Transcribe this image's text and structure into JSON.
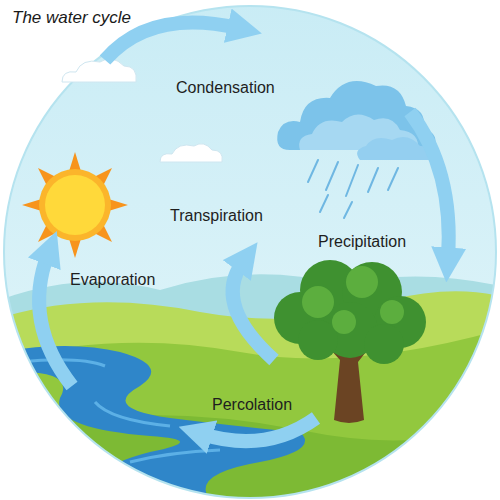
{
  "diagram": {
    "title": "The water cycle",
    "labels": [
      "Condensation",
      "Transpiration",
      "Precipitation",
      "Evaporation",
      "Percolation"
    ]
  }
}
